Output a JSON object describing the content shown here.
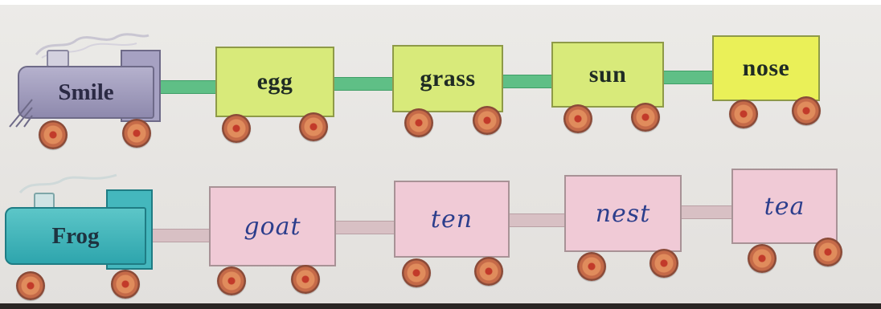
{
  "rows": [
    {
      "engine": {
        "label": "Smile",
        "color": "#a6a1c2"
      },
      "wagons": [
        "egg",
        "grass",
        "sun",
        "nose"
      ],
      "wagon_color": "#d8ea7a",
      "connector_color": "#5fbf86"
    },
    {
      "engine": {
        "label": "Frog",
        "color": "#44b7bd"
      },
      "wagons": [
        "goat",
        "ten",
        "nest",
        "tea"
      ],
      "wagon_color": "#f0cad6",
      "connector_color": "#d8c0c4",
      "handwritten": true
    }
  ]
}
